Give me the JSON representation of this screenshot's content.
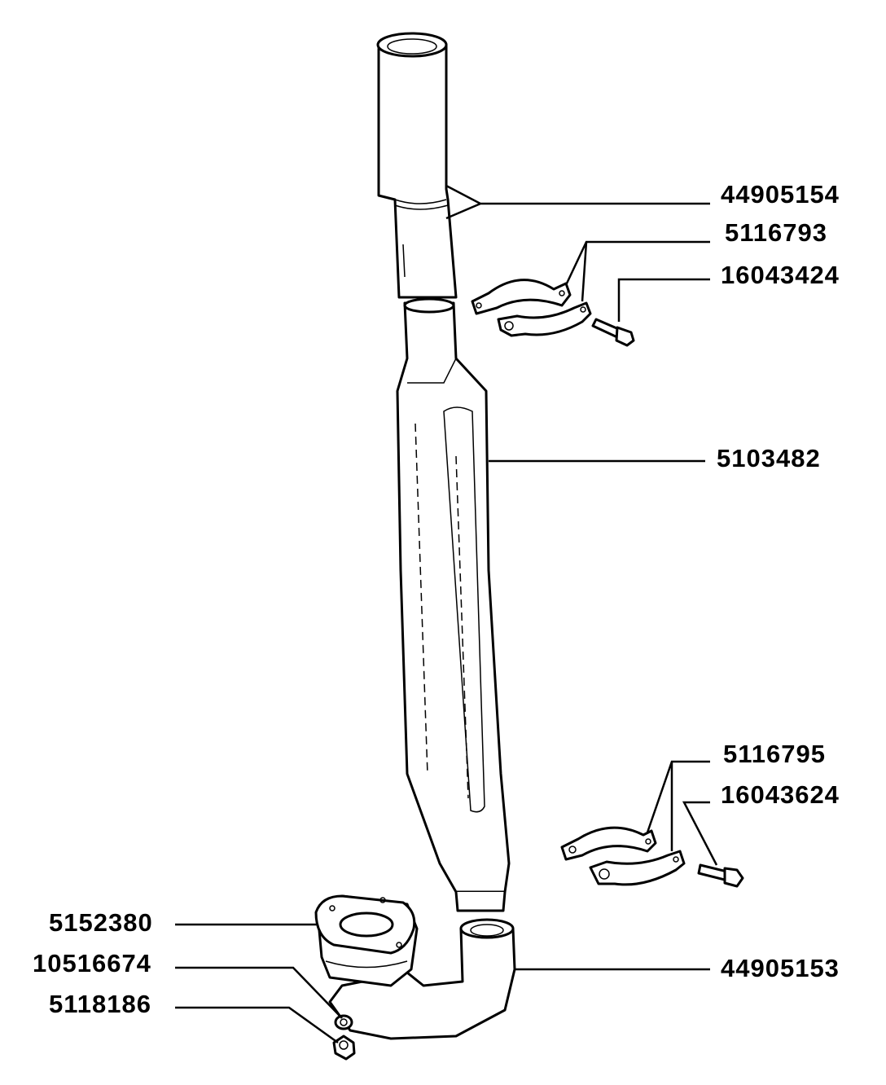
{
  "diagram": {
    "parts": [
      {
        "id": "pipe-front",
        "number": "44905154"
      },
      {
        "id": "clamp-upper",
        "number": "5116793"
      },
      {
        "id": "bolt-upper",
        "number": "16043424"
      },
      {
        "id": "silencer",
        "number": "5103482"
      },
      {
        "id": "clamp-lower",
        "number": "5116795"
      },
      {
        "id": "bolt-lower",
        "number": "16043624"
      },
      {
        "id": "flange-gasket",
        "number": "5152380"
      },
      {
        "id": "washer",
        "number": "10516674"
      },
      {
        "id": "nut",
        "number": "5118186"
      },
      {
        "id": "elbow-pipe",
        "number": "44905153"
      }
    ]
  }
}
